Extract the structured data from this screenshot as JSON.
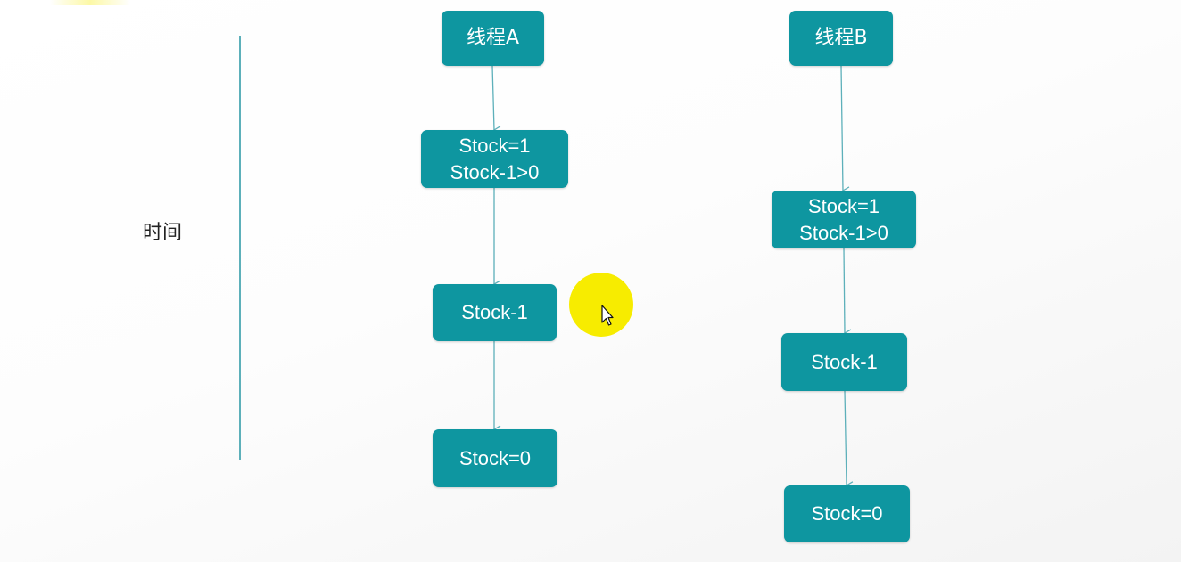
{
  "time_label": "时间",
  "thread_a": {
    "title": "线程A",
    "steps": [
      {
        "line1": "Stock=1",
        "line2": "Stock-1>0"
      },
      {
        "line1": "Stock-1",
        "line2": ""
      },
      {
        "line1": "Stock=0",
        "line2": ""
      }
    ]
  },
  "thread_b": {
    "title": "线程B",
    "steps": [
      {
        "line1": "Stock=1",
        "line2": "Stock-1>0"
      },
      {
        "line1": "Stock-1",
        "line2": ""
      },
      {
        "line1": "Stock=0",
        "line2": ""
      }
    ]
  },
  "colors": {
    "node_fill": "#0e96a0",
    "node_text": "#ffffff",
    "arrow": "#5db0ba",
    "cursor_highlight": "#f7ec00"
  }
}
